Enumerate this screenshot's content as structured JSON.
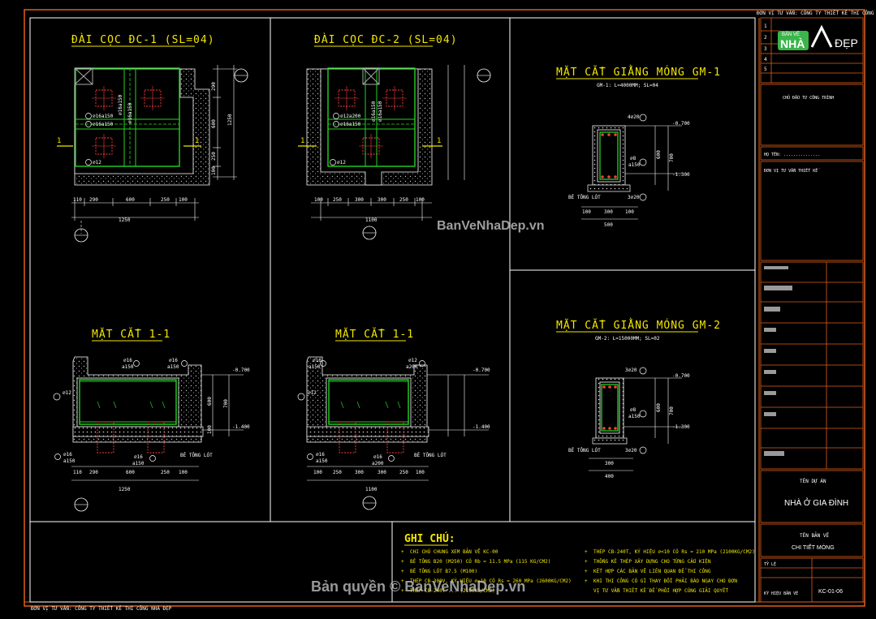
{
  "sheet": {
    "company_top": "ĐƠN VỊ TƯ VẤN: CÔNG TY THIẾT KẾ THI CÔNG NHÀ ĐẸP",
    "company_bottom": "ĐƠN VỊ TƯ VẤN: CÔNG TY THIẾT KẾ THI CÔNG NHÀ ĐẸP"
  },
  "drawings": {
    "dc1": {
      "title": "ĐÀI CỌC ĐC-1 (SL=04)",
      "labels": [
        "⌀16a150",
        "⌀16a150",
        "⌀16a150",
        "⌀16a150",
        "⌀12"
      ],
      "dims_bottom": [
        "110",
        "290",
        "600",
        "250",
        "100"
      ],
      "dim_total": "1250",
      "dims_right": [
        "290",
        "600",
        "250",
        "100"
      ],
      "dim_right_total": "1250",
      "section_mark": "1"
    },
    "dc2": {
      "title": "ĐÀI CỌC ĐC-2 (SL=04)",
      "labels": [
        "⌀12a200",
        "⌀16a150",
        "⌀16a150",
        "⌀16a150",
        "⌀12"
      ],
      "dims_bottom": [
        "100",
        "250",
        "300",
        "300",
        "250",
        "100"
      ],
      "dim_total": "1100",
      "section_mark": "1"
    },
    "mc1a": {
      "title": "MẶT CẮT 1-1",
      "labels": [
        "⌀16",
        "a150",
        "⌀16",
        "a150",
        "⌀12",
        "⌀16",
        "a150",
        "⌀16",
        "a150",
        "BÊ TÔNG LÓT"
      ],
      "levels": [
        "-0.700",
        "-1.400"
      ],
      "dims_bottom": [
        "110",
        "290",
        "600",
        "250",
        "100"
      ],
      "dim_total": "1250",
      "dims_right": [
        "600",
        "700",
        "100"
      ]
    },
    "mc1b": {
      "title": "MẶT CẮT 1-1",
      "labels": [
        "⌀16",
        "a150",
        "⌀12",
        "a200",
        "⌀12",
        "⌀16",
        "a150",
        "⌀16",
        "a200",
        "BÊ TÔNG LÓT"
      ],
      "levels": [
        "-0.700",
        "-1.400"
      ],
      "dims_bottom": [
        "100",
        "250",
        "300",
        "300",
        "250",
        "100"
      ],
      "dim_total": "1100"
    },
    "gm1": {
      "title": "MẶT CẮT GIẰNG MÓNG GM-1",
      "subtitle": "GM-1: L=4000MM; SL=04",
      "labels": [
        "4⌀20",
        "⌀8",
        "a150",
        "3⌀20",
        "BÊ TÔNG LÓT"
      ],
      "levels": [
        "-0.700",
        "-1.300"
      ],
      "dims_bottom": [
        "100",
        "300",
        "100"
      ],
      "dim_total": "500",
      "dims_right": [
        "600",
        "700"
      ]
    },
    "gm2": {
      "title": "MẶT CẮT GIẰNG MÓNG GM-2",
      "subtitle": "GM-2: L=15000MM; SL=02",
      "labels": [
        "3⌀20",
        "⌀8",
        "a150",
        "3⌀20",
        "BÊ TÔNG LÓT"
      ],
      "levels": [
        "-0.700",
        "-1.300"
      ],
      "dims_bottom": [
        "300"
      ],
      "dim_total": "400",
      "dims_right": [
        "600",
        "700"
      ]
    }
  },
  "notes": {
    "title": "GHI CHÚ:",
    "left": [
      "CHI CHÚ CHUNG XEM BẢN VẼ KC-00",
      "BÊ TÔNG B20 (M250) CÓ Rb = 11.5 MPa (115 KG/CM2)",
      "BÊ TÔNG LÓT B7.5 (M100)",
      "THÉP CB-300V, KÝ HIỆU ⌀≥10 CÓ Rs = 260 MPa (2600KG/CM2)",
      "THÉP CB-240T ... (2100KG/CM2)"
    ],
    "right": [
      "THÉP CB-240T, KÝ HIỆU ⌀<10 CÓ Rs = 210 MPa (2100KG/CM2)",
      "THỐNG KÊ THÉP XÂY DỰNG CHO TỪNG CẤU KIỆN",
      "KẾT HỢP CÁC BẢN VẼ LIÊN QUAN ĐỂ THI CÔNG",
      "KHI THI CÔNG CÓ GÌ THAY ĐỔI PHẢI BÁO NGAY CHO ĐƠN",
      "VỊ TƯ VẤN THIẾT KẾ ĐỂ PHỐI HỢP CÙNG GIẢI QUYẾT"
    ]
  },
  "title_block": {
    "rows": [
      "1",
      "2",
      "3",
      "4",
      "5"
    ],
    "logo_nha": "NHÀ",
    "logo_dep": "ĐẸP",
    "logo_top": "BẢN VẼ",
    "owner": "CHỦ ĐẦU TƯ CÔNG TRÌNH",
    "owner_name": "HỌ TÊN: ...............",
    "consultant": "ĐƠN VỊ TƯ VẤN THIẾT KẾ",
    "project_label": "TÊN DỰ ÁN",
    "project_name": "NHÀ Ở GIA ĐÌNH",
    "drawing_label": "TÊN BẢN VẼ",
    "drawing_name": "CHI TIẾT MÓNG",
    "scale": "TỶ LỆ",
    "sheet_code_label": "KÝ HIỆU BẢN VẼ",
    "sheet_code": "KC-01-06"
  },
  "watermarks": {
    "center": "BanVeNhaDep.vn",
    "bottom": "Bản quyền © BanVeNhaDep.vn"
  },
  "colors": {
    "frame": "#e0601a",
    "outline": "#f2e600",
    "rebar": "#22d31f",
    "pile": "#ff3c3c",
    "dim": "#ffffff"
  }
}
